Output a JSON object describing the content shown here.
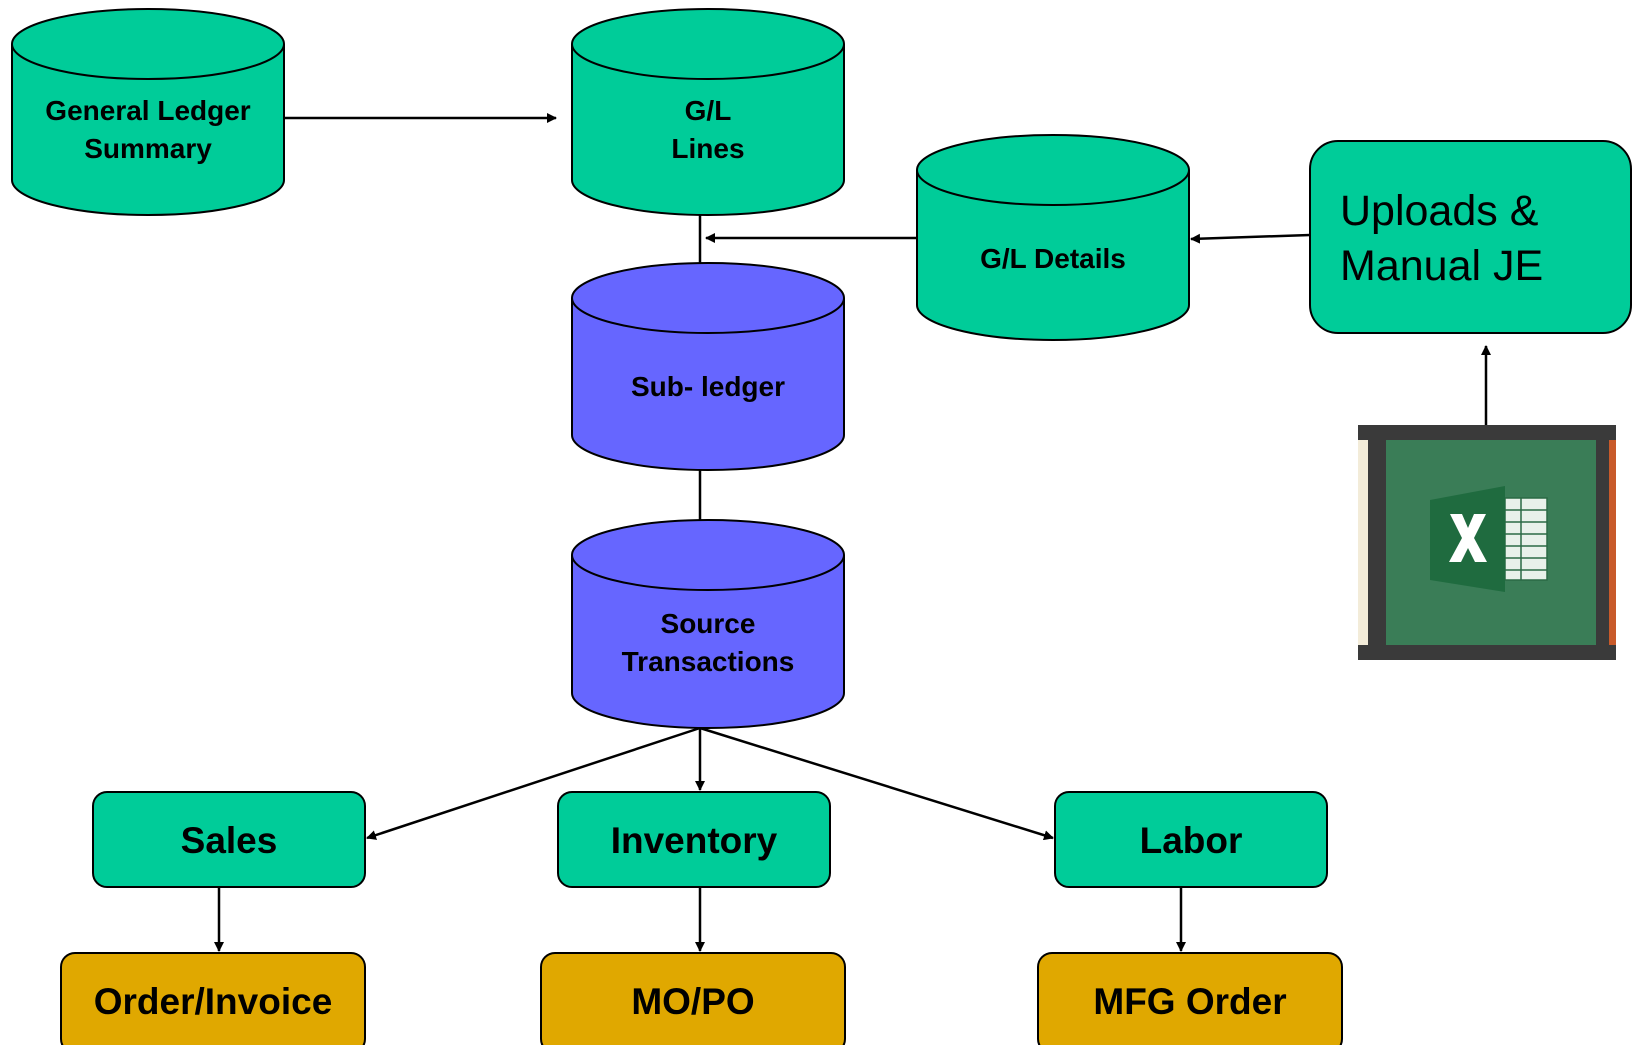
{
  "colors": {
    "green": "#00CC99",
    "blue": "#6666FF",
    "gold": "#E0A800",
    "excel_green": "#3A7D57",
    "excel_dark": "#1F6B3F"
  },
  "nodes": {
    "gl_summary": {
      "line1": "General Ledger",
      "line2": "Summary"
    },
    "gl_lines": {
      "line1": "G/L",
      "line2": "Lines"
    },
    "gl_details": {
      "label": "G/L Details"
    },
    "uploads": {
      "line1": "Uploads &",
      "line2": "Manual JE"
    },
    "subledger": {
      "label": "Sub- ledger"
    },
    "source": {
      "line1": "Source",
      "line2": "Transactions"
    },
    "sales": {
      "label": "Sales"
    },
    "inventory": {
      "label": "Inventory"
    },
    "labor": {
      "label": "Labor"
    },
    "order_invoice": {
      "label": "Order/Invoice"
    },
    "mo_po": {
      "label": "MO/PO"
    },
    "mfg_order": {
      "label": "MFG Order"
    }
  },
  "icons": {
    "spreadsheet": "excel-icon"
  }
}
